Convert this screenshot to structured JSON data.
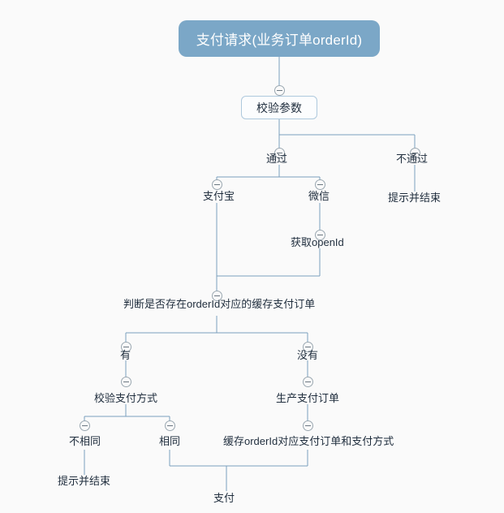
{
  "diagram": {
    "type": "mindmap-flowchart",
    "background_color": "#fafafa",
    "edge_color": "#7ba0bd",
    "root_fill_color": "#7ba7c7",
    "root_text_color": "#ffffff",
    "box_border_color": "#aec9dd",
    "text_color": "#1f2d3d",
    "toggle_icon_name": "collapse-minus-icon",
    "nodes": {
      "root": "支付请求(业务订单orderId)",
      "validate_params": "校验参数",
      "pass": "通过",
      "fail": "不通过",
      "fail_end": "提示并结束",
      "alipay": "支付宝",
      "wechat": "微信",
      "get_openid": "获取openId",
      "check_cache_order": "判断是否存在orderId对应的缓存支付订单",
      "has_cache": "有",
      "no_cache": "没有",
      "verify_pay_method": "校验支付方式",
      "create_pay_order": "生产支付订单",
      "not_same": "不相同",
      "same": "相同",
      "not_same_end": "提示并结束",
      "cache_order_and_method": "缓存orderId对应支付订单和支付方式",
      "pay": "支付"
    }
  }
}
